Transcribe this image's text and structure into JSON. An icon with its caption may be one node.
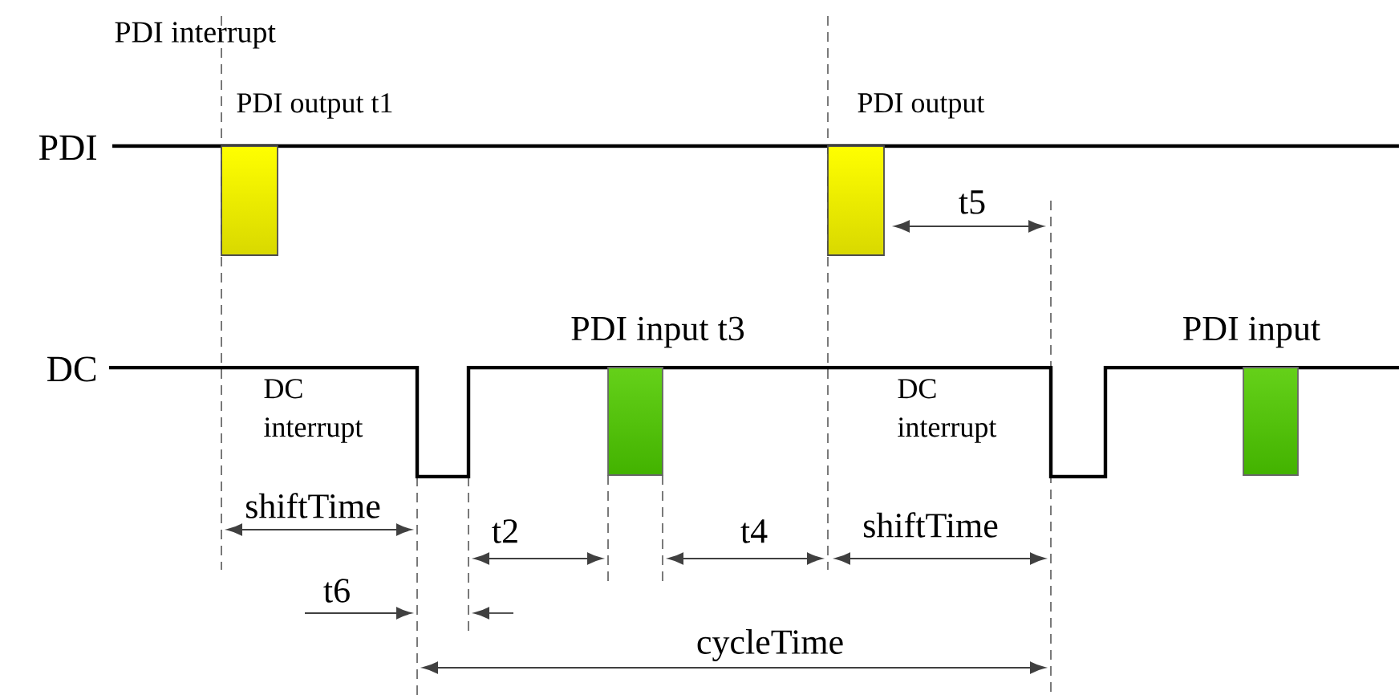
{
  "diagram": {
    "labels": [
      "PDI interrupt",
      "PDI output t1",
      "PDI output",
      "PDI",
      "t5",
      "DC",
      "PDI input t3",
      "PDI input",
      "DC interrupt",
      "DC interrupt",
      "shiftTime",
      "t2",
      "t4",
      "shiftTime",
      "t6",
      "cycleTime"
    ]
  }
}
